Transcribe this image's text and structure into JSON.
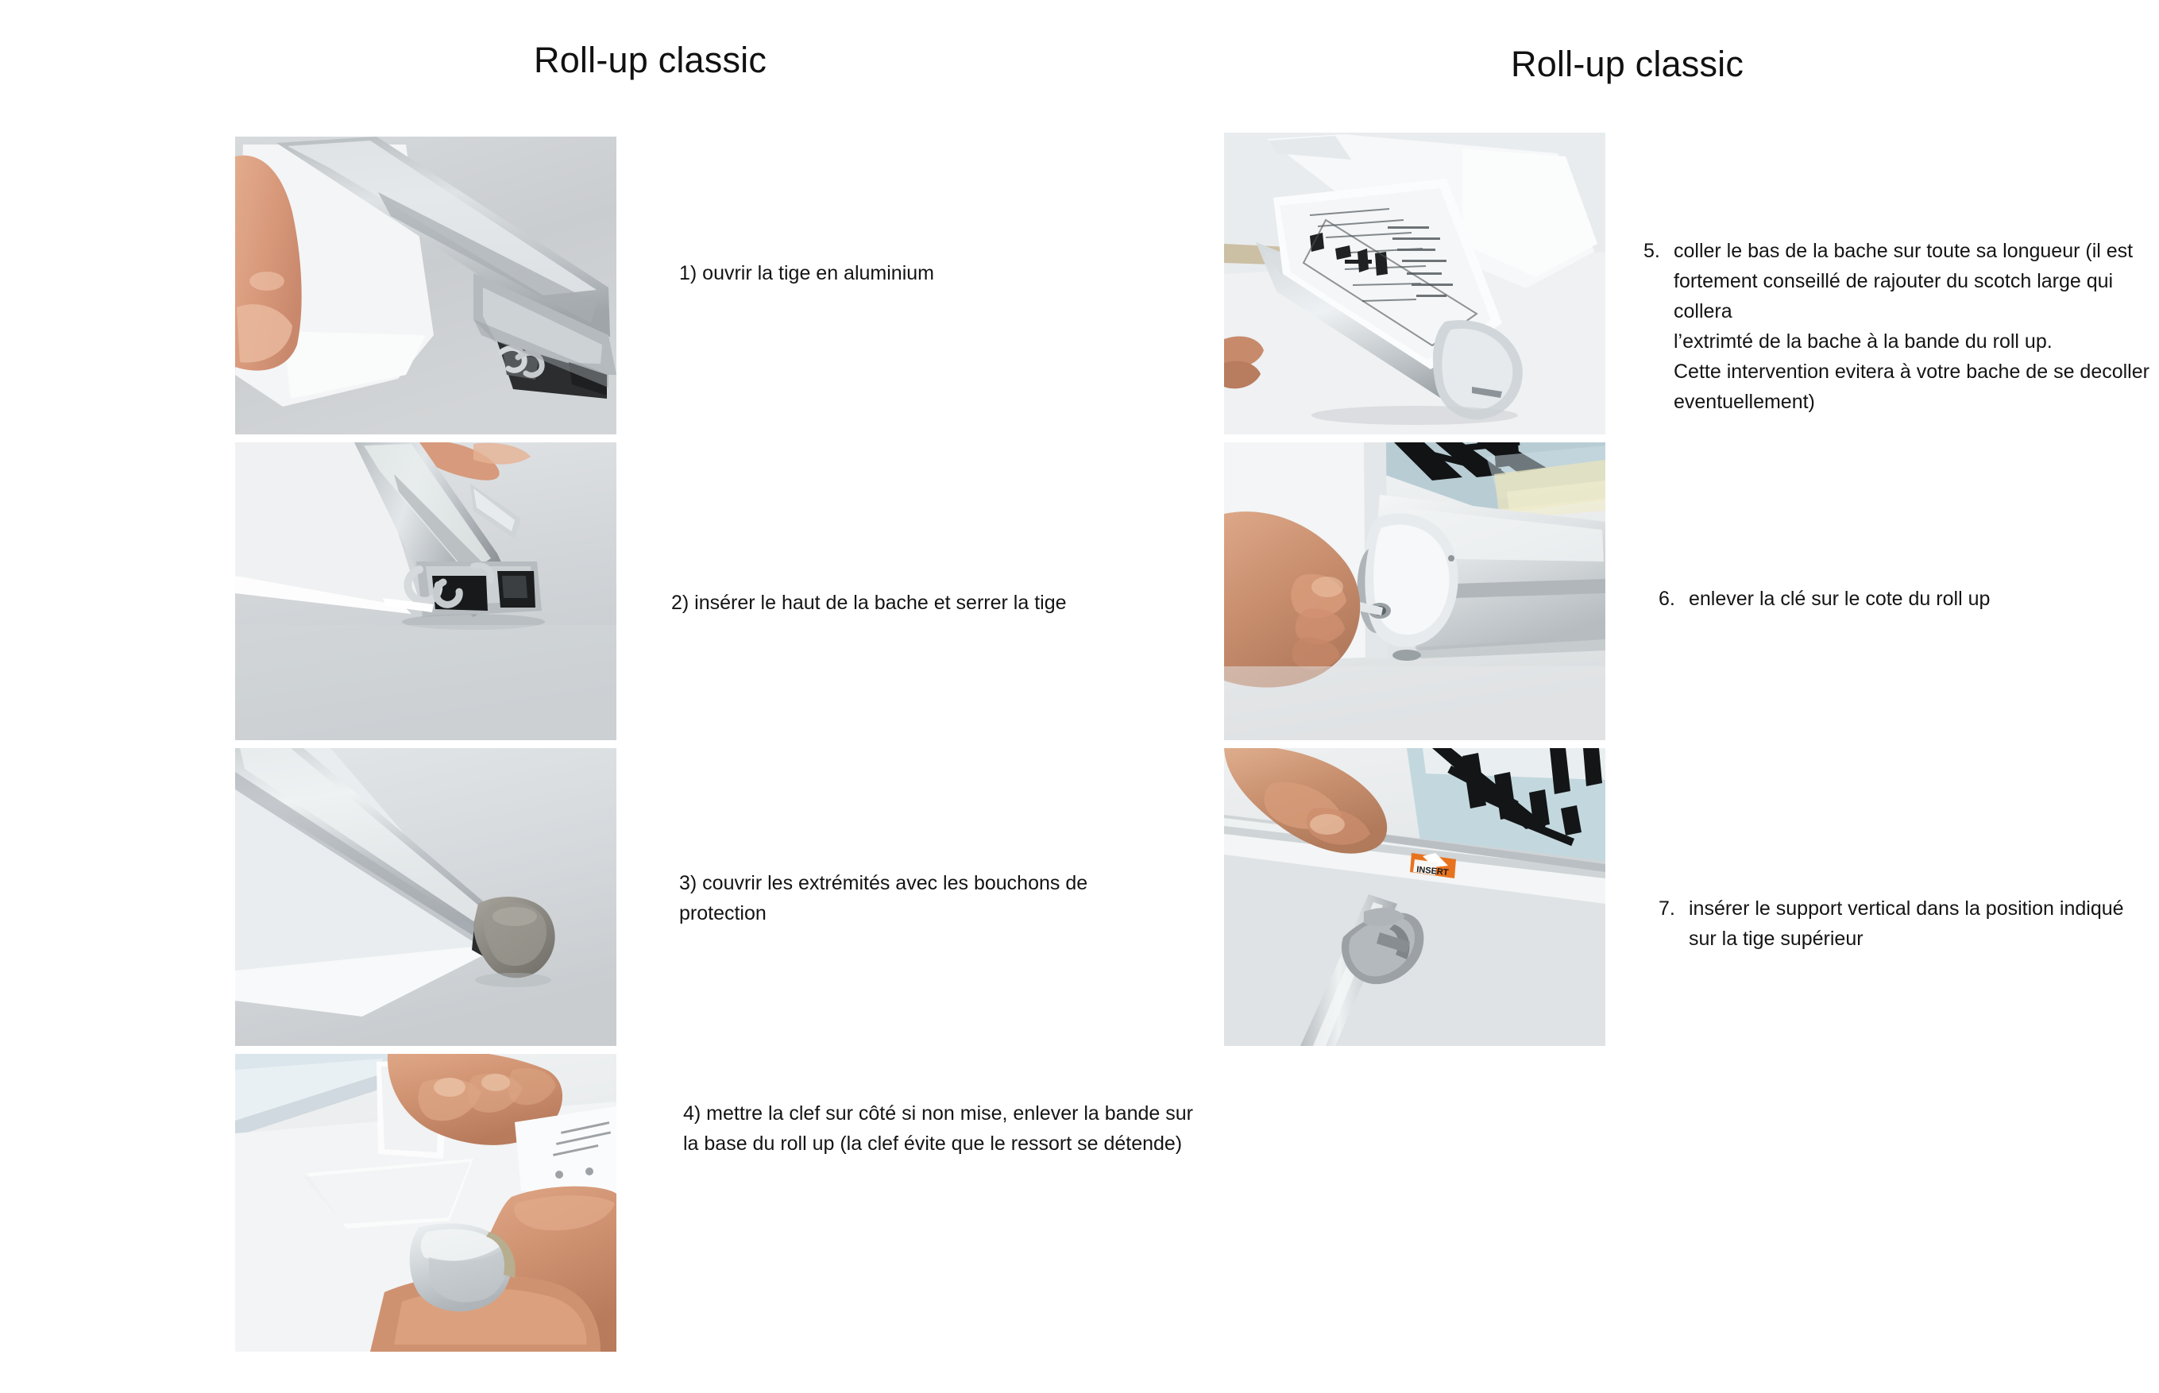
{
  "document": {
    "title_left": "Roll-up classic",
    "title_right": "Roll-up classic"
  },
  "left_column": {
    "steps": [
      {
        "id": "step-1",
        "caption": "1) ouvrir la tige en aluminium",
        "photo_alt": "aluminium-rail-and-banner-edge"
      },
      {
        "id": "step-2",
        "caption": "2) insérer le haut de la bache et serrer la tige",
        "photo_alt": "banner-inserted-into-rail-channel"
      },
      {
        "id": "step-3",
        "caption": "3) couvrir les extrémités avec les bouchons de\nprotection",
        "photo_alt": "rail-end-with-protection-cap"
      },
      {
        "id": "step-4",
        "caption": "4) mettre la clef sur côté si non mise, enlever la bande sur\n la base du roll up (la clef évite que le ressort se détende)",
        "photo_alt": "removing-adhesive-strip-from-roll-up-base"
      }
    ]
  },
  "right_column": {
    "steps": [
      {
        "id": "step-5",
        "number": "5.",
        "caption": "coller le bas de la bache sur toute sa longueur (il est\nfortement conseillé de rajouter du scotch large  qui collera\nl’extrimté de la bache à la bande du roll up.\nCette intervention evitera à votre bache de se decoller\neventuellement)",
        "photo_alt": "banner-bottom-glued-to-roll-up-cassette"
      },
      {
        "id": "step-6",
        "number": "6.",
        "caption": "enlever la clé sur le cote du roll up",
        "photo_alt": "hand-removing-key-from-roll-up-side"
      },
      {
        "id": "step-7",
        "number": "7.",
        "caption": "insérer le support vertical dans la position indiqué\nsur la tige supérieur",
        "photo_alt": "inserting-vertical-pole-at-insert-marker"
      }
    ]
  },
  "colors": {
    "background": "#ffffff",
    "text": "#141414",
    "photo_grey": "#c3c7ca",
    "aluminium": "#9fa5a9",
    "skin": "#d9a183",
    "insert_sticker_orange": "#e8731f"
  }
}
